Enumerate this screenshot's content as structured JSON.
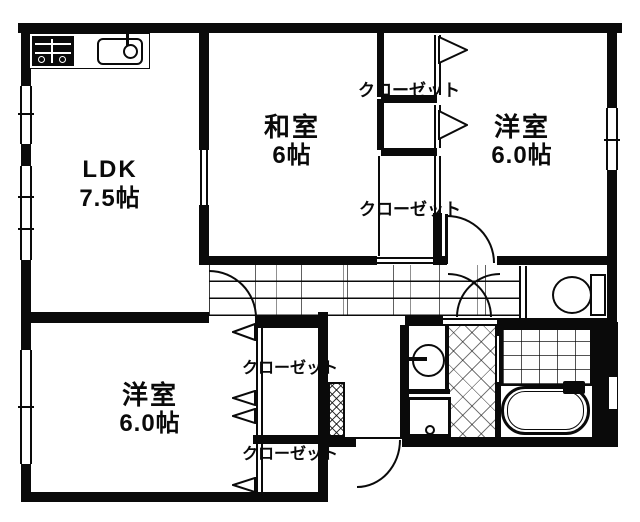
{
  "plan": {
    "type": "japanese-apartment-floor-plan",
    "colors": {
      "wall": "#0a0a0a",
      "background": "#ffffff"
    },
    "rooms": [
      {
        "name": "LDK",
        "size": "7.5帖"
      },
      {
        "name": "和室",
        "size": "6帖"
      },
      {
        "name": "洋室",
        "size": "6.0帖"
      },
      {
        "name": "洋室",
        "size": "6.0帖"
      }
    ],
    "closet_label": "クローゼット",
    "fixtures": [
      "stove",
      "kitchen-sink",
      "toilet",
      "washbasin",
      "washing-machine-pan",
      "bathtub",
      "bathroom-tile-floor",
      "entry-tile-floor",
      "shoe-cabinet",
      "hallway-wood-floor"
    ]
  }
}
